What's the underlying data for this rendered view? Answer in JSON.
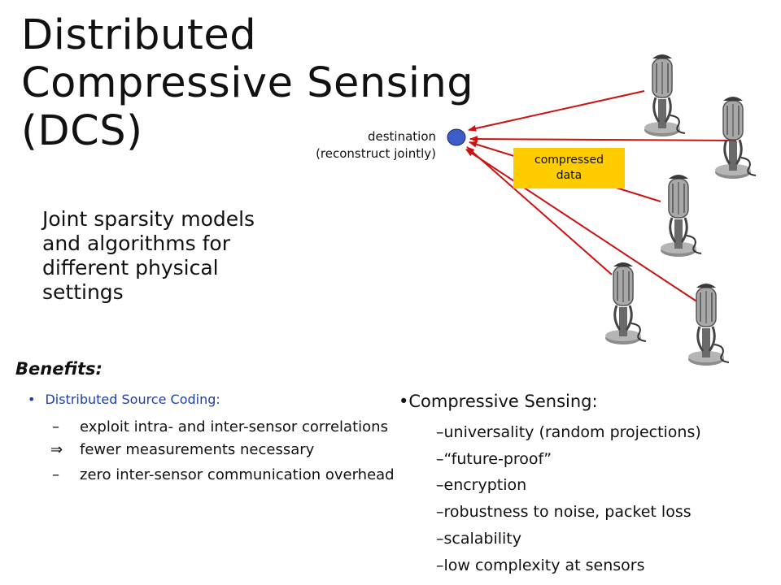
{
  "title": {
    "line1": "Distributed",
    "line2": "Compressive Sensing",
    "line3": "(DCS)"
  },
  "diagram": {
    "destination_line1": "destination",
    "destination_line2": "(reconstruct jointly)",
    "compressed_line1": "compressed",
    "compressed_line2": "data",
    "node_color": "#3b5cc9",
    "arrow_color": "#cc1111",
    "label_bg": "#ffcc00",
    "sensor_count": 5
  },
  "subtitle": {
    "line1": "Joint sparsity models",
    "line2": "and algorithms for",
    "line3": "different physical",
    "line4": "settings"
  },
  "benefits_heading": "Benefits:",
  "dsc": {
    "bullet": "•",
    "heading": "Distributed Source Coding:",
    "heading_color": "#1f3fa8",
    "items": [
      {
        "mark": "–",
        "text": "exploit intra- and inter-sensor correlations"
      },
      {
        "mark": "⇒",
        "text": "fewer measurements necessary"
      },
      {
        "mark": "–",
        "text": "zero inter-sensor communication overhead"
      }
    ]
  },
  "cs": {
    "heading": "•Compressive Sensing:",
    "items": [
      "–universality (random projections)",
      "–“future-proof”",
      "–encryption",
      "–robustness to noise, packet loss",
      "–scalability",
      "–low complexity at sensors"
    ]
  }
}
